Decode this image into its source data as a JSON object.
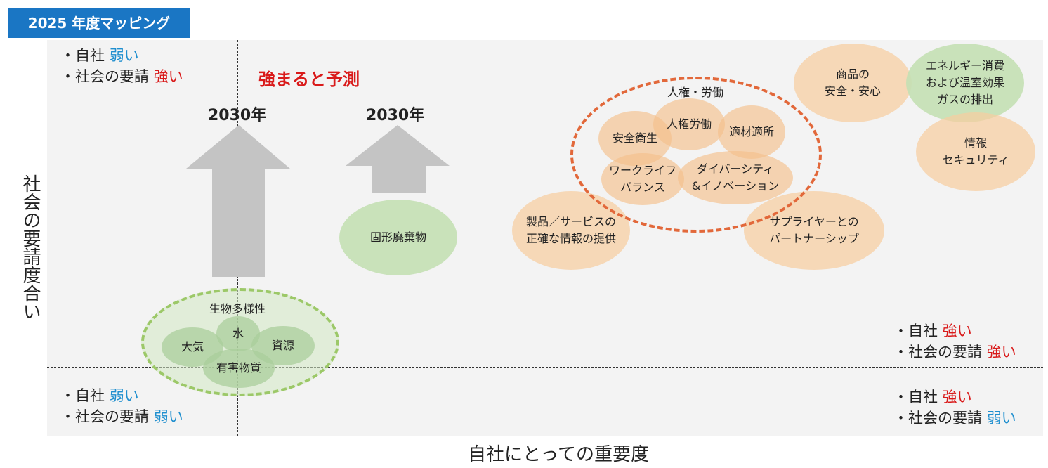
{
  "header": {
    "title": "2025 年度マッピング"
  },
  "axes": {
    "y_label": "社会の要請度合い",
    "x_label": "自社にとっての重要度"
  },
  "quadrants": {
    "top_left": {
      "line1_prefix": "・自社 ",
      "line1_value": "弱い",
      "line2_prefix": "・社会の要請 ",
      "line2_value": "強い"
    },
    "bottom_left": {
      "line1_prefix": "・自社 ",
      "line1_value": "弱い",
      "line2_prefix": "・社会の要請 ",
      "line2_value": "弱い"
    },
    "top_right": {
      "line1_prefix": "・自社 ",
      "line1_value": "強い",
      "line2_prefix": "・社会の要請 ",
      "line2_value": "強い"
    },
    "bottom_right": {
      "line1_prefix": "・自社 ",
      "line1_value": "強い",
      "line2_prefix": "・社会の要請 ",
      "line2_value": "弱い"
    }
  },
  "forecast": {
    "label": "強まると予測",
    "arrow1_year": "2030年",
    "arrow2_year": "2030年"
  },
  "bubbles": {
    "solid_waste": "固形廃棄物",
    "product_info": "製品／サービスの\n正確な情報の提供",
    "supplier": "サプライヤーとの\nパートナーシップ",
    "product_safety": "商品の\n安全・安心",
    "energy": "エネルギー消費\nおよび温室効果\nガスの排出",
    "info_security": "情報\nセキュリティ"
  },
  "human_rights_group": {
    "label": "人権・労働",
    "items": {
      "safety_health": "安全衛生",
      "human_rights_labor": "人権労働",
      "right_person": "適材適所",
      "work_life": "ワークライフ\nバランス",
      "diversity": "ダイバーシティ\n&イノベーション"
    }
  },
  "biodiversity_group": {
    "label": "生物多様性",
    "items": {
      "air": "大気",
      "water": "水",
      "resources": "資源",
      "hazardous": "有害物質"
    }
  },
  "colors": {
    "header_blue": "#1a76c4",
    "weak_blue": "#1f8fcf",
    "strong_red": "#d91a1a",
    "dash_orange": "#e2683a",
    "dash_green": "#9cc868",
    "arrow_gray": "#c4c4c4"
  }
}
